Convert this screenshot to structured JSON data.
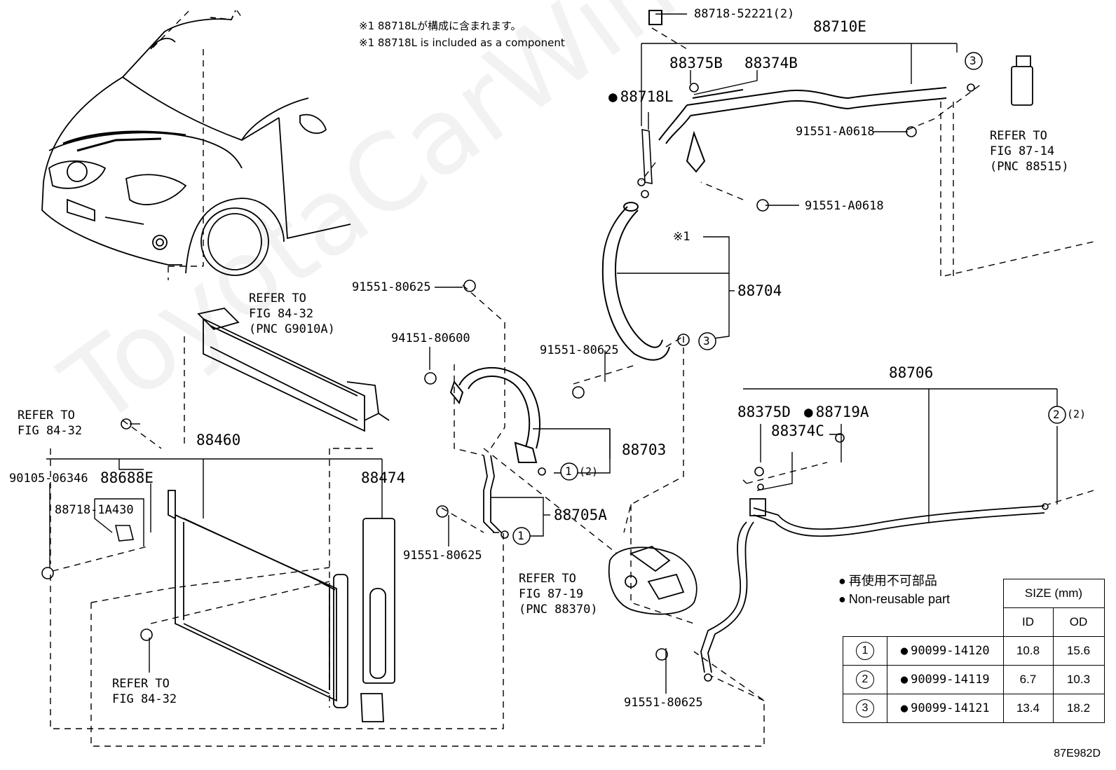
{
  "diagram_code": "87E982D",
  "notes": {
    "jp": "※1 88718Lが構成に含まれます。",
    "en": "※1 88718L is included as a component"
  },
  "labels": {
    "p_88718_52221": "88718-52221(2)",
    "p_88710E": "88710E",
    "p_88375B": "88375B",
    "p_88374B": "88374B",
    "p_88718L": "88718L",
    "p_91551_A0618_a": "91551-A0618",
    "p_91551_A0618_b": "91551-A0618",
    "ref_87_14_a": "REFER TO",
    "ref_87_14_b": "FIG 87-14",
    "ref_87_14_c": "(PNC 88515)",
    "ref_84_32_top_a": "REFER TO",
    "ref_84_32_top_b": "FIG 84-32",
    "ref_84_32_top_c": "(PNC G9010A)",
    "p_91551_80625_a": "91551-80625",
    "p_94151_80600": "94151-80600",
    "p_91551_80625_b": "91551-80625",
    "x1_mark": "※1",
    "p_88704": "88704",
    "ref_84_32_left_a": "REFER TO",
    "ref_84_32_left_b": "FIG 84-32",
    "p_88460": "88460",
    "p_88703": "88703",
    "p_88706": "88706",
    "p_88375D": "88375D",
    "p_88719A": "88719A",
    "p_88374C": "88374C",
    "p_90105_06346": "90105-06346",
    "p_88688E": "88688E",
    "p_88474": "88474",
    "p_88718_1A430": "88718-1A430",
    "p_88705A": "88705A",
    "p_91551_80625_c": "91551-80625",
    "ref_87_19_a": "REFER TO",
    "ref_87_19_b": "FIG 87-19",
    "ref_87_19_c": "(PNC 88370)",
    "ref_84_32_bot_a": "REFER TO",
    "ref_84_32_bot_b": "FIG 84-32",
    "p_91551_80625_d": "91551-80625",
    "circ_1": "1",
    "circ_2": "2",
    "circ_3": "3",
    "suffix_2": "(2)"
  },
  "legend": {
    "jp": "再使用不可部品",
    "en": "Non-reusable part"
  },
  "size_table": {
    "header": "SIZE (mm)",
    "col_id": "ID",
    "col_od": "OD",
    "rows": [
      {
        "mark": "1",
        "part": "90099-14120",
        "id": "10.8",
        "od": "15.6"
      },
      {
        "mark": "2",
        "part": "90099-14119",
        "id": "6.7",
        "od": "10.3"
      },
      {
        "mark": "3",
        "part": "90099-14121",
        "id": "13.4",
        "od": "18.2"
      }
    ]
  },
  "watermark": "ToyotaCarWine.ru"
}
